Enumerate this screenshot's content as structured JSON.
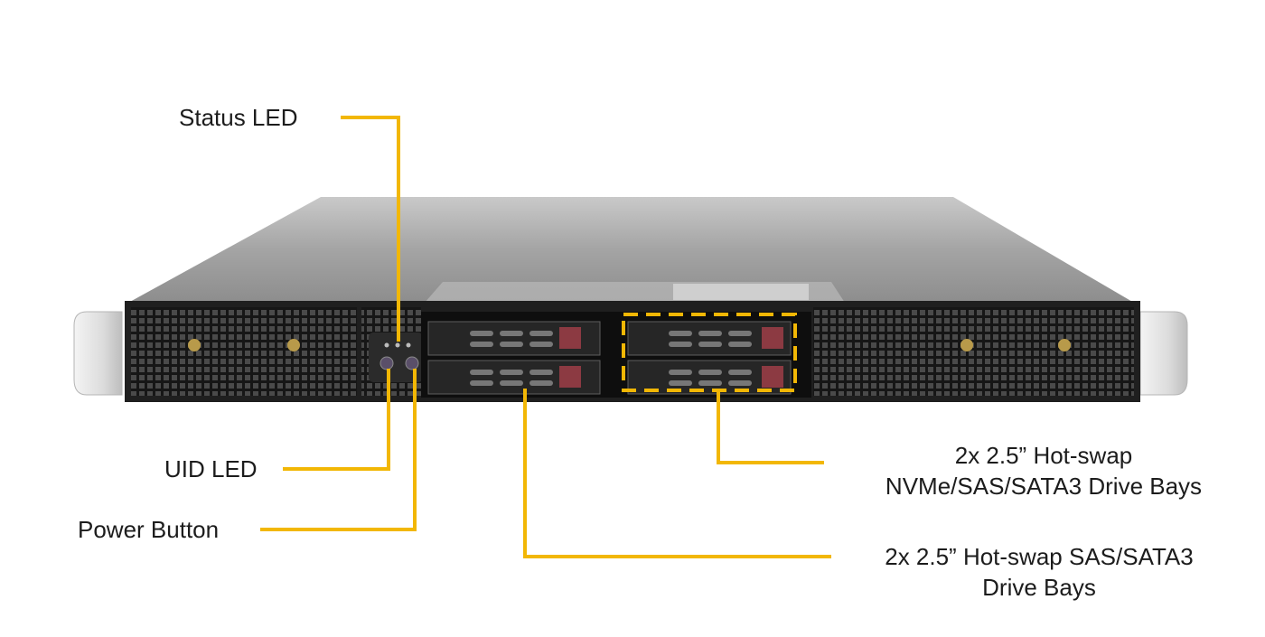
{
  "callouts": {
    "status_led": "Status LED",
    "uid_led": "UID LED",
    "power_button": "Power Button",
    "nvme_bays": {
      "line1": "2x 2.5” Hot-swap",
      "line2": "NVMe/SAS/SATA3 Drive Bays"
    },
    "sas_bays": {
      "line1": "2x 2.5” Hot-swap  SAS/SATA3",
      "line2": "Drive Bays"
    }
  },
  "colors": {
    "callout_line": "#f2b705",
    "chassis_top": "#a9a9a9",
    "front_panel": "#1f1f1f",
    "drive_latch": "#8c3a42",
    "rack_ear": "#e6e6e6"
  },
  "icons": {
    "status_led": "led-indicator-icon",
    "uid_led": "uid-led-icon",
    "power_button": "power-button-icon"
  }
}
